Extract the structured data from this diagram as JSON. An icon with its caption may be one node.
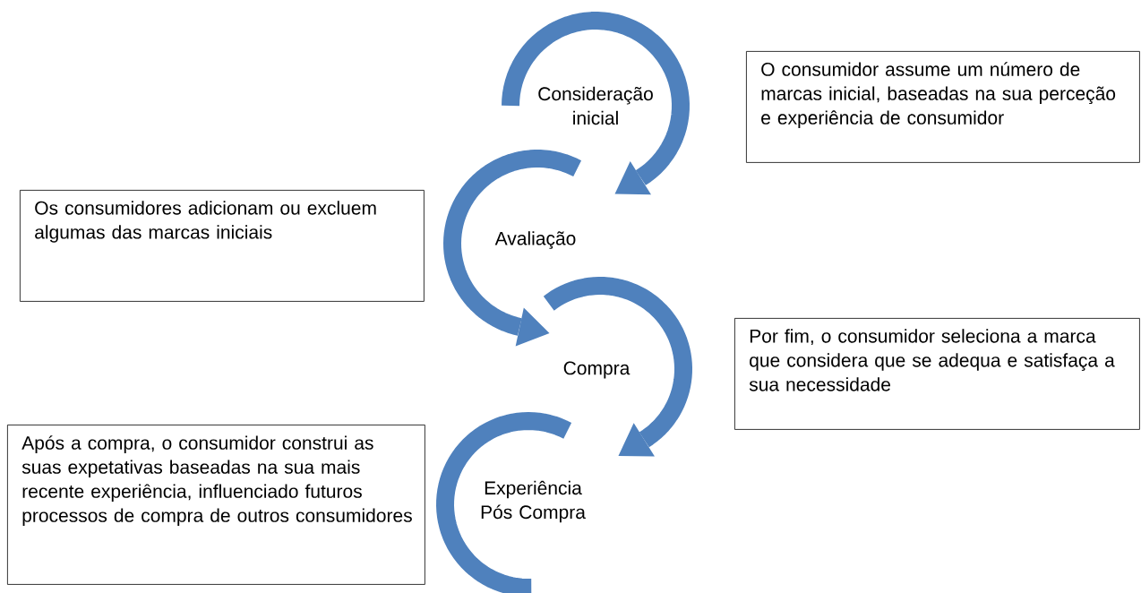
{
  "diagram": {
    "nodes": [
      {
        "text": [
          "Consideração inicial"
        ]
      },
      {
        "text": [
          "O consumidor assume um número de marcas inicial, baseadas na sua perceção e experiência de consumidor"
        ]
      },
      {
        "text": [
          "Os consumidores adicionam ou excluem algumas das marcas iniciais"
        ]
      },
      {
        "text": [
          "Avaliação"
        ]
      },
      {
        "text": [
          "Compra"
        ]
      },
      {
        "text": [
          "Por fim, o consumidor seleciona a marca que considera que se adequa e satisfaça a sua necessidade"
        ]
      },
      {
        "text": [
          "Após a compra, o consumidor construi as suas expetativas baseadas na sua mais recente experiência, influenciado futuros processos de compra de outros consumidores"
        ]
      },
      {
        "text": [
          "Experiência Pós Compra"
        ]
      }
    ]
  }
}
